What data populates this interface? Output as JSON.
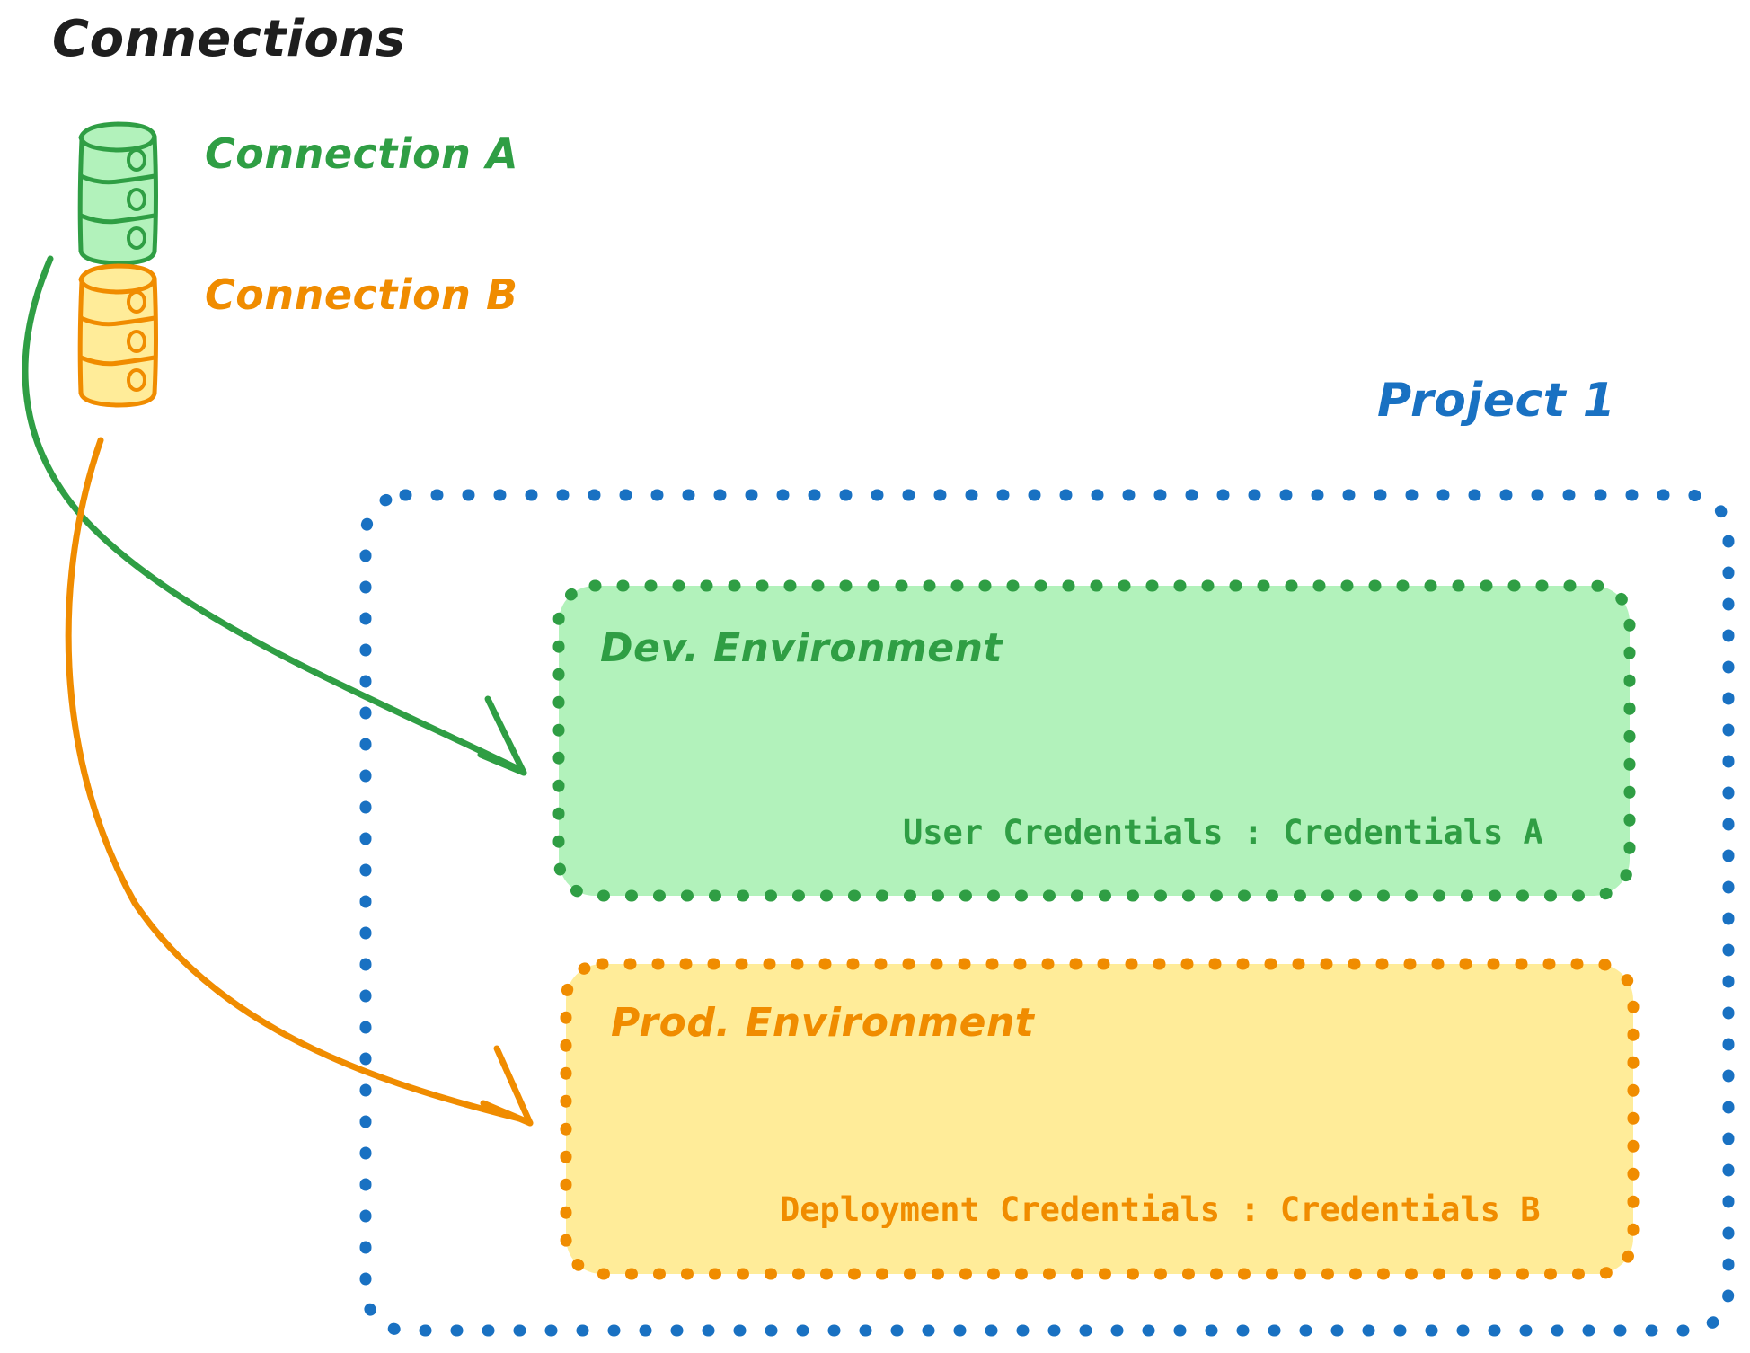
{
  "title": "Connections",
  "colors": {
    "black": "#1e1e1e",
    "green_stroke": "#2f9e44",
    "green_fill": "#b2f2bb",
    "orange_stroke": "#f08c00",
    "orange_fill": "#ffec99",
    "blue_stroke": "#1971c2",
    "background": "#ffffff"
  },
  "connections": [
    {
      "id": "connection-a",
      "label": "Connection A",
      "icon": "database-cylinder-icon",
      "color": "#2f9e44"
    },
    {
      "id": "connection-b",
      "label": "Connection B",
      "icon": "database-cylinder-icon",
      "color": "#f08c00"
    }
  ],
  "project": {
    "title": "Project 1",
    "color": "#1971c2",
    "border_style": "dotted",
    "environments": [
      {
        "id": "dev-environment",
        "heading": "Dev. Environment",
        "credentials": "User Credentials : Credentials A",
        "stroke": "#2f9e44",
        "fill": "#b2f2bb",
        "source_connection": "Connection A"
      },
      {
        "id": "prod-environment",
        "heading": "Prod. Environment",
        "credentials": "Deployment Credentials : Credentials B",
        "stroke": "#f08c00",
        "fill": "#ffec99",
        "source_connection": "Connection B"
      }
    ]
  },
  "arrows": [
    {
      "id": "arrow-connection-a-to-dev",
      "from": "Connection A",
      "to": "Dev. Environment",
      "color": "#2f9e44"
    },
    {
      "id": "arrow-connection-b-to-prod",
      "from": "Connection B",
      "to": "Prod. Environment",
      "color": "#f08c00"
    }
  ]
}
